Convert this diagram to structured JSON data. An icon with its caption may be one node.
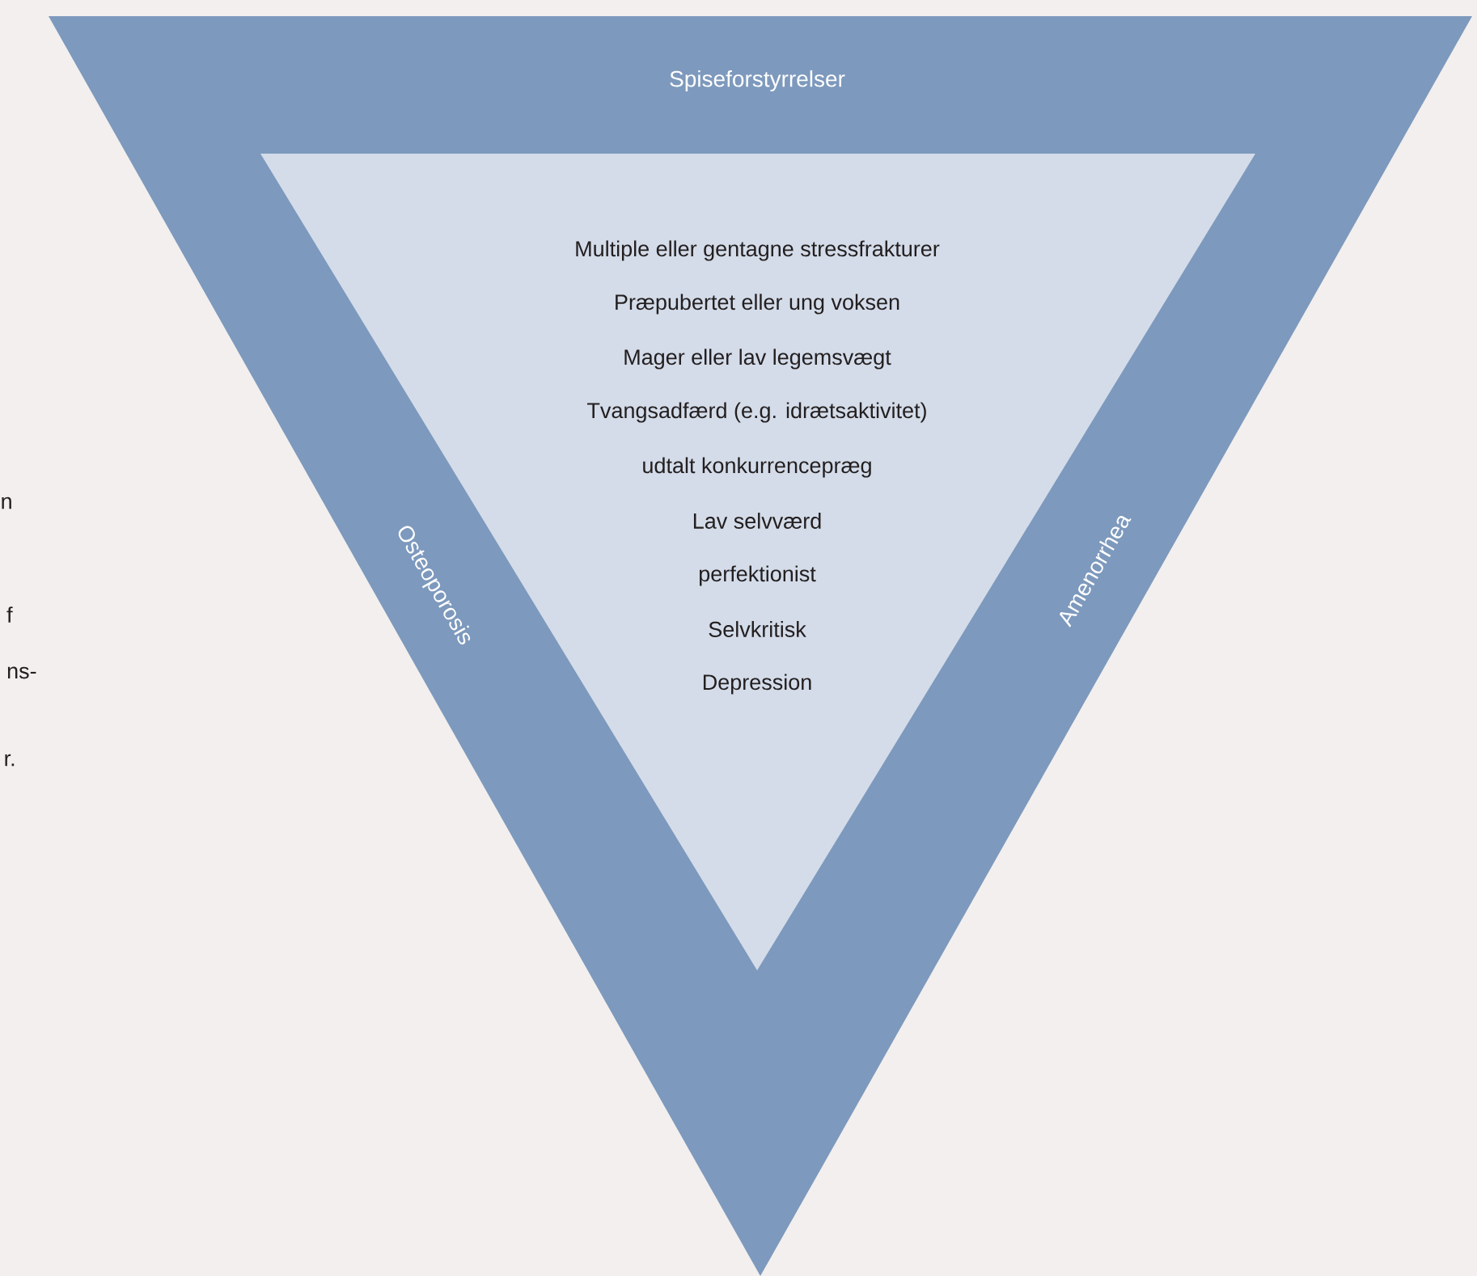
{
  "diagram": {
    "nodes": [
      {
        "text": [
          "Spiseforstyrrelser",
          "Osteoporosis",
          "Amenorrhea"
        ]
      },
      {
        "text": [
          "Multiple eller gentagne stressfrakturer",
          "Præpubertet eller ung voksen",
          "Mager eller lav legemsvægt",
          "Tvangsadfærd (e.g. idrætsaktivitet)",
          "udtalt konkurrencepræg",
          "Lav selvværd",
          "perfektionist",
          "Selvkritisk",
          "Depression"
        ],
        "in": 0
      }
    ],
    "labels": [
      "n",
      "f",
      "ns-",
      "r."
    ]
  }
}
